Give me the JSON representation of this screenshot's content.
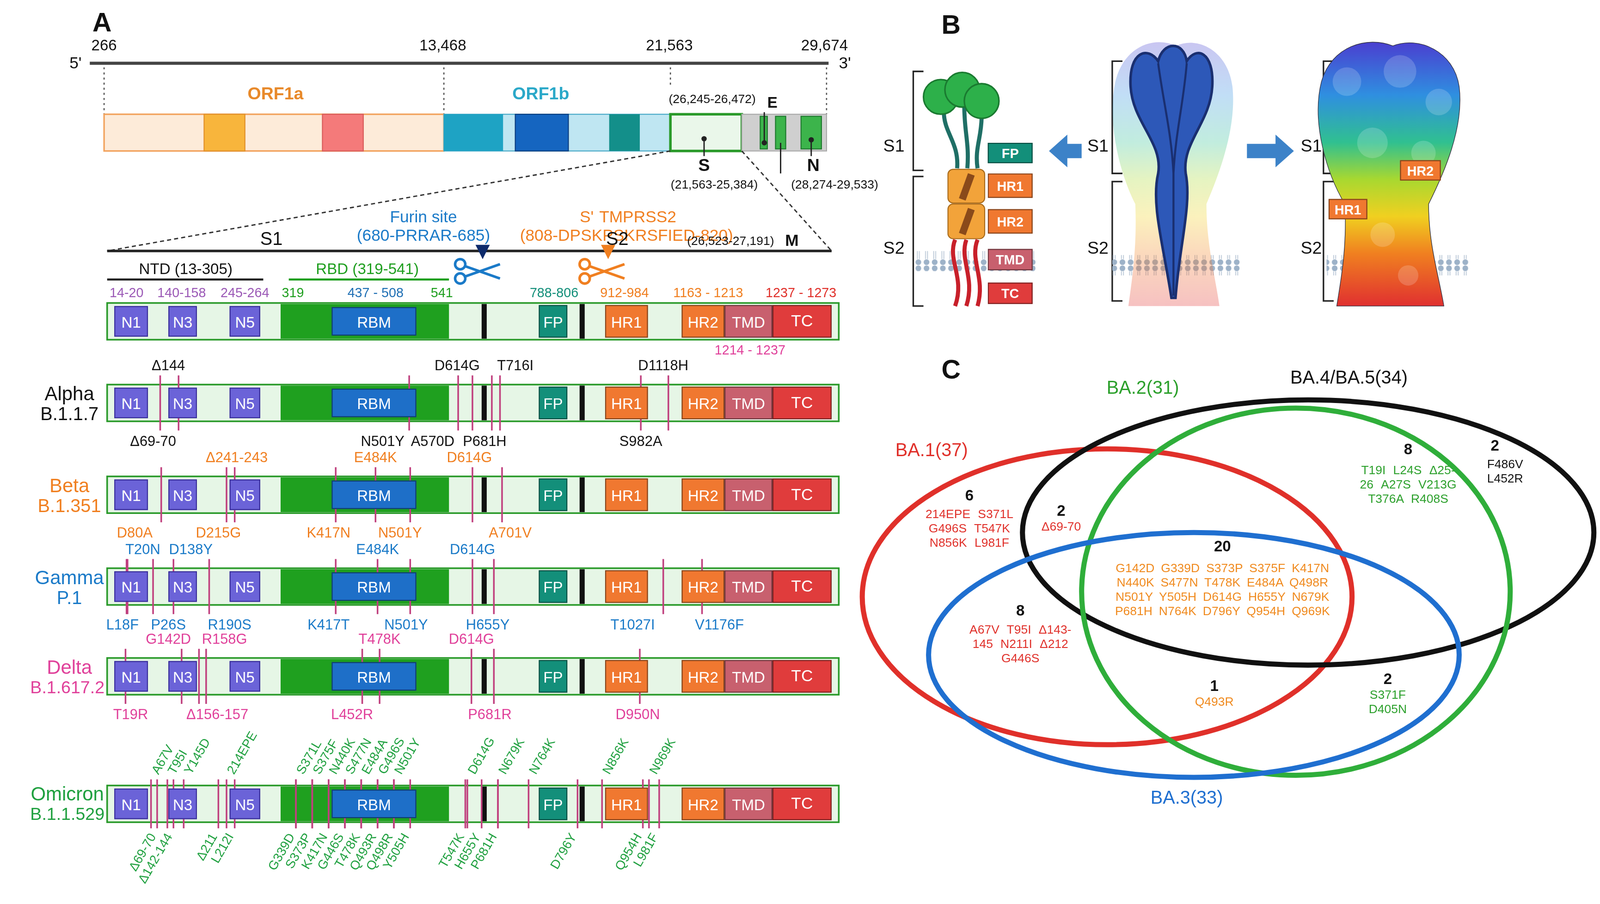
{
  "diagram": {
    "nodes": [
      {
        "text": [
          "N1"
        ]
      },
      {
        "text": [
          "N3"
        ]
      },
      {
        "text": [
          "N5"
        ]
      },
      {
        "text": [
          "RBM"
        ]
      },
      {
        "text": [
          "FP"
        ]
      },
      {
        "text": [
          "HR1"
        ]
      },
      {
        "text": [
          "HR2"
        ]
      },
      {
        "text": [
          "TMD"
        ]
      },
      {
        "text": [
          "TC"
        ]
      },
      {
        "text": [
          "N1"
        ]
      },
      {
        "text": [
          "N3"
        ]
      },
      {
        "text": [
          "N5"
        ]
      },
      {
        "text": [
          "RBM"
        ]
      },
      {
        "text": [
          "FP"
        ]
      },
      {
        "text": [
          "HR1"
        ]
      },
      {
        "text": [
          "HR2"
        ]
      },
      {
        "text": [
          "TMD"
        ]
      },
      {
        "text": [
          "TC"
        ]
      },
      {
        "text": [
          "N1"
        ]
      },
      {
        "text": [
          "N3"
        ]
      },
      {
        "text": [
          "N5"
        ]
      },
      {
        "text": [
          "RBM"
        ]
      },
      {
        "text": [
          "FP"
        ]
      },
      {
        "text": [
          "HR1"
        ]
      },
      {
        "text": [
          "HR2"
        ]
      },
      {
        "text": [
          "TMD"
        ]
      },
      {
        "text": [
          "TC"
        ]
      },
      {
        "text": [
          "N1"
        ]
      },
      {
        "text": [
          "N3"
        ]
      },
      {
        "text": [
          "N5"
        ]
      },
      {
        "text": [
          "RBM"
        ]
      },
      {
        "text": [
          "FP"
        ]
      },
      {
        "text": [
          "HR1"
        ]
      },
      {
        "text": [
          "HR2"
        ]
      },
      {
        "text": [
          "TMD"
        ]
      },
      {
        "text": [
          "TC"
        ]
      },
      {
        "text": [
          "N1"
        ]
      },
      {
        "text": [
          "N3"
        ]
      },
      {
        "text": [
          "N5"
        ]
      },
      {
        "text": [
          "RBM"
        ]
      },
      {
        "text": [
          "FP"
        ]
      },
      {
        "text": [
          "HR1"
        ]
      },
      {
        "text": [
          "HR2"
        ]
      },
      {
        "text": [
          "TMD"
        ]
      },
      {
        "text": [
          "TC"
        ]
      },
      {
        "text": [
          "N1"
        ]
      },
      {
        "text": [
          "N3"
        ]
      },
      {
        "text": [
          "N5"
        ]
      },
      {
        "text": [
          "RBM"
        ]
      },
      {
        "text": [
          "FP"
        ]
      },
      {
        "text": [
          "HR1"
        ]
      },
      {
        "text": [
          "HR2"
        ]
      },
      {
        "text": [
          "TMD"
        ]
      },
      {
        "text": [
          "TC"
        ]
      },
      {
        "text": [
          "FP"
        ]
      },
      {
        "text": [
          "HR1"
        ]
      },
      {
        "text": [
          "HR2"
        ]
      },
      {
        "text": [
          "TMD"
        ]
      },
      {
        "text": [
          "TC"
        ]
      },
      {
        "text": [
          "HR1"
        ]
      },
      {
        "text": [
          "HR2"
        ]
      }
    ],
    "labels": [
      "A",
      "5'",
      "266",
      "13,468",
      "21,563",
      "29,674",
      "3'",
      "ORF1a",
      "ORF1b",
      "(26,245-26,472)",
      "E",
      "S",
      "(21,563-25,384)",
      "N",
      "(28,274-29,533)",
      "Furin site",
      "(680-PRRAR-685)",
      "S'",
      "TMPRSS2",
      "(808-DPSKPSKRSFIED-820)",
      "S1",
      "S2",
      "(26,523-27,191)",
      "M",
      "NTD (13-305)",
      "RBD (319-541)",
      "14-20",
      "140-158",
      "245-264",
      "319",
      "437 - 508",
      "541",
      "788-806",
      "912-984",
      "1163 - 1213",
      "1237 - 1273",
      "1214 - 1237",
      "Alpha",
      "B.1.1.7",
      "Beta",
      "B.1.351",
      "Gamma",
      "P.1",
      "Delta",
      "B.1.617.2",
      "Omicron",
      "B.1.1.529",
      "Δ144",
      "D614G",
      "T716I",
      "D1118H",
      "Δ69-70",
      "N501Y",
      "A570D",
      "P681H",
      "S982A",
      "Δ241-243",
      "E484K",
      "D614G",
      "D80A",
      "D215G",
      "K417N",
      "N501Y",
      "A701V",
      "T20N",
      "D138Y",
      "E484K",
      "D614G",
      "L18F",
      "P26S",
      "R190S",
      "K417T",
      "N501Y",
      "H655Y",
      "T1027I",
      "V1176F",
      "G142D",
      "R158G",
      "T478K",
      "D614G",
      "T19R",
      "Δ156-157",
      "L452R",
      "P681R",
      "D950N",
      "A67V",
      "T95I",
      "Y145D",
      "214EPE",
      "S371L",
      "S375F",
      "N440K",
      "S477N",
      "E484A",
      "G496S",
      "N501Y",
      "D614G",
      "N679K",
      "N764K",
      "N856K",
      "N969K",
      "Δ69-70",
      "Δ142-144",
      "Δ211",
      "L212I",
      "G339D",
      "S373P",
      "K417N",
      "G446S",
      "T478K",
      "Q493R",
      "Q498R",
      "Y505H",
      "T547K",
      "H655Y",
      "P681H",
      "D796Y",
      "Q954H",
      "L981F",
      "B",
      "S1",
      "S2",
      "S1",
      "S2",
      "S1",
      "S2",
      "C",
      "BA.1(37)",
      "BA.2(31)",
      "BA.4/BA.5(34)",
      "BA.3(33)",
      "6",
      "214EPE S371L G496S T547K N856K L981F",
      "2",
      "Δ69-70",
      "20",
      "G142D G339D S373P S375F K417N N440K S477N T478K E484A Q498R N501Y Y505H D614G H655Y N679K P681H N764K D796Y Q954H Q969K",
      "8",
      "A67V T95I Δ143-145 N211I Δ212 G446S",
      "8",
      "T19I L24S Δ25-26 A27S V213G T376A R408S",
      "2",
      "F486V L452R",
      "2",
      "S371F D405N",
      "1",
      "Q493R"
    ]
  }
}
